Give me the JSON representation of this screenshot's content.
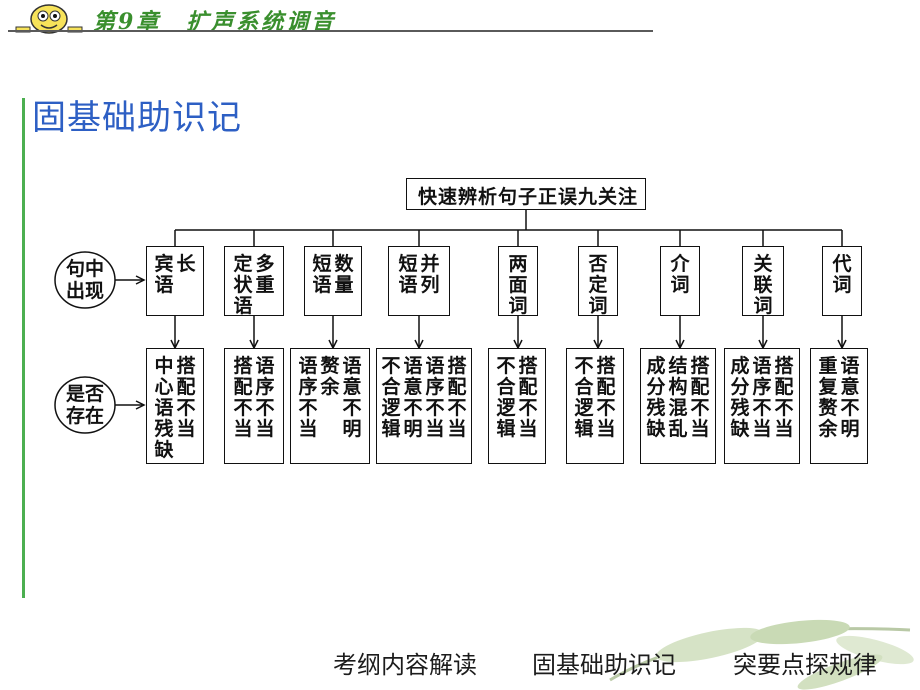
{
  "header": {
    "chapter": "第9章　扩声系统调音"
  },
  "section_title": "固基础助识记",
  "diagram": {
    "root": "快速辨析句子正误九关注",
    "row_labels": {
      "top": [
        "句中",
        "出现"
      ],
      "bottom": [
        "是否",
        "存在"
      ]
    },
    "items": [
      {
        "top_cols": [
          "长",
          "宾语"
        ],
        "bottom_cols": [
          "搭配不当",
          "中心语残缺"
        ]
      },
      {
        "top_cols": [
          "多重",
          "定状语"
        ],
        "bottom_cols": [
          "语序不当",
          "搭配不当"
        ]
      },
      {
        "top_cols": [
          "数量",
          "短语"
        ],
        "bottom_cols": [
          "语意不明",
          "赘余",
          "语序不当"
        ]
      },
      {
        "top_cols": [
          "并列",
          "短语"
        ],
        "bottom_cols": [
          "搭配不当",
          "语序不当",
          "语意不明",
          "不合逻辑"
        ]
      },
      {
        "top_cols": [
          "两面词"
        ],
        "bottom_cols": [
          "搭配不当",
          "不合逻辑"
        ]
      },
      {
        "top_cols": [
          "否定词"
        ],
        "bottom_cols": [
          "搭配不当",
          "不合逻辑"
        ]
      },
      {
        "top_cols": [
          "介词"
        ],
        "bottom_cols": [
          "搭配不当",
          "结构混乱",
          "成分残缺"
        ]
      },
      {
        "top_cols": [
          "关联词"
        ],
        "bottom_cols": [
          "搭配不当",
          "语序不当",
          "成分残缺"
        ]
      },
      {
        "top_cols": [
          "代词"
        ],
        "bottom_cols": [
          "语意不明",
          "重复赘余"
        ]
      }
    ]
  },
  "nav": {
    "items": [
      "考纲内容解读",
      "固基础助识记",
      "突要点探规律"
    ]
  },
  "colors": {
    "chapter": "#3a8f2e",
    "section_title": "#2d5fc4",
    "side_bar": "#4caf50"
  }
}
